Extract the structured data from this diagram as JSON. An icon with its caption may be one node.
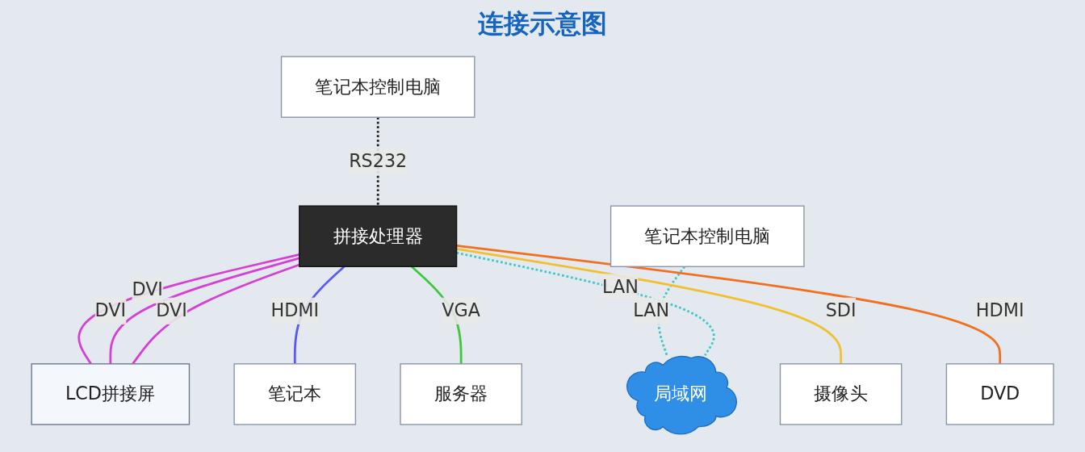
{
  "diagram": {
    "title": "连接示意图",
    "nodes": [
      {
        "text": [
          "LCD拼接屏"
        ]
      },
      {
        "text": [
          "拼接处理器"
        ]
      },
      {
        "text": [
          "笔记本控制电脑"
        ]
      },
      {
        "text": [
          "局域网"
        ]
      },
      {
        "text": [
          "笔记本控制电脑"
        ]
      },
      {
        "text": [
          "笔记本"
        ]
      },
      {
        "text": [
          "服务器"
        ]
      },
      {
        "text": [
          "摄像头"
        ]
      },
      {
        "text": [
          "DVD"
        ]
      }
    ],
    "edges": [
      {
        "from": 1,
        "to": 0,
        "arrow": "none",
        "label": "DVI",
        "color": "#d63fd6"
      },
      {
        "from": 1,
        "to": 0,
        "arrow": "none",
        "label": "DVI",
        "color": "#d63fd6"
      },
      {
        "from": 1,
        "to": 0,
        "arrow": "none",
        "label": "DVI",
        "color": "#d63fd6"
      },
      {
        "from": 2,
        "to": 1,
        "arrow": "none",
        "label": "RS232",
        "style": "dashed",
        "color": "#222222"
      },
      {
        "from": 1,
        "to": 3,
        "arrow": "none",
        "label": "LAN",
        "style": "dashed",
        "color": "#3cc8c8"
      },
      {
        "from": 4,
        "to": 3,
        "arrow": "none",
        "label": "LAN",
        "style": "dashed",
        "color": "#3cc8c8"
      },
      {
        "from": 1,
        "to": 5,
        "arrow": "none",
        "label": "HDMI",
        "color": "#5a5af0"
      },
      {
        "from": 1,
        "to": 6,
        "arrow": "none",
        "label": "VGA",
        "color": "#3cc83c"
      },
      {
        "from": 1,
        "to": 7,
        "arrow": "none",
        "label": "SDI",
        "color": "#f0c030"
      },
      {
        "from": 1,
        "to": 8,
        "arrow": "none",
        "label": "HDMI",
        "color": "#f07020"
      }
    ]
  }
}
